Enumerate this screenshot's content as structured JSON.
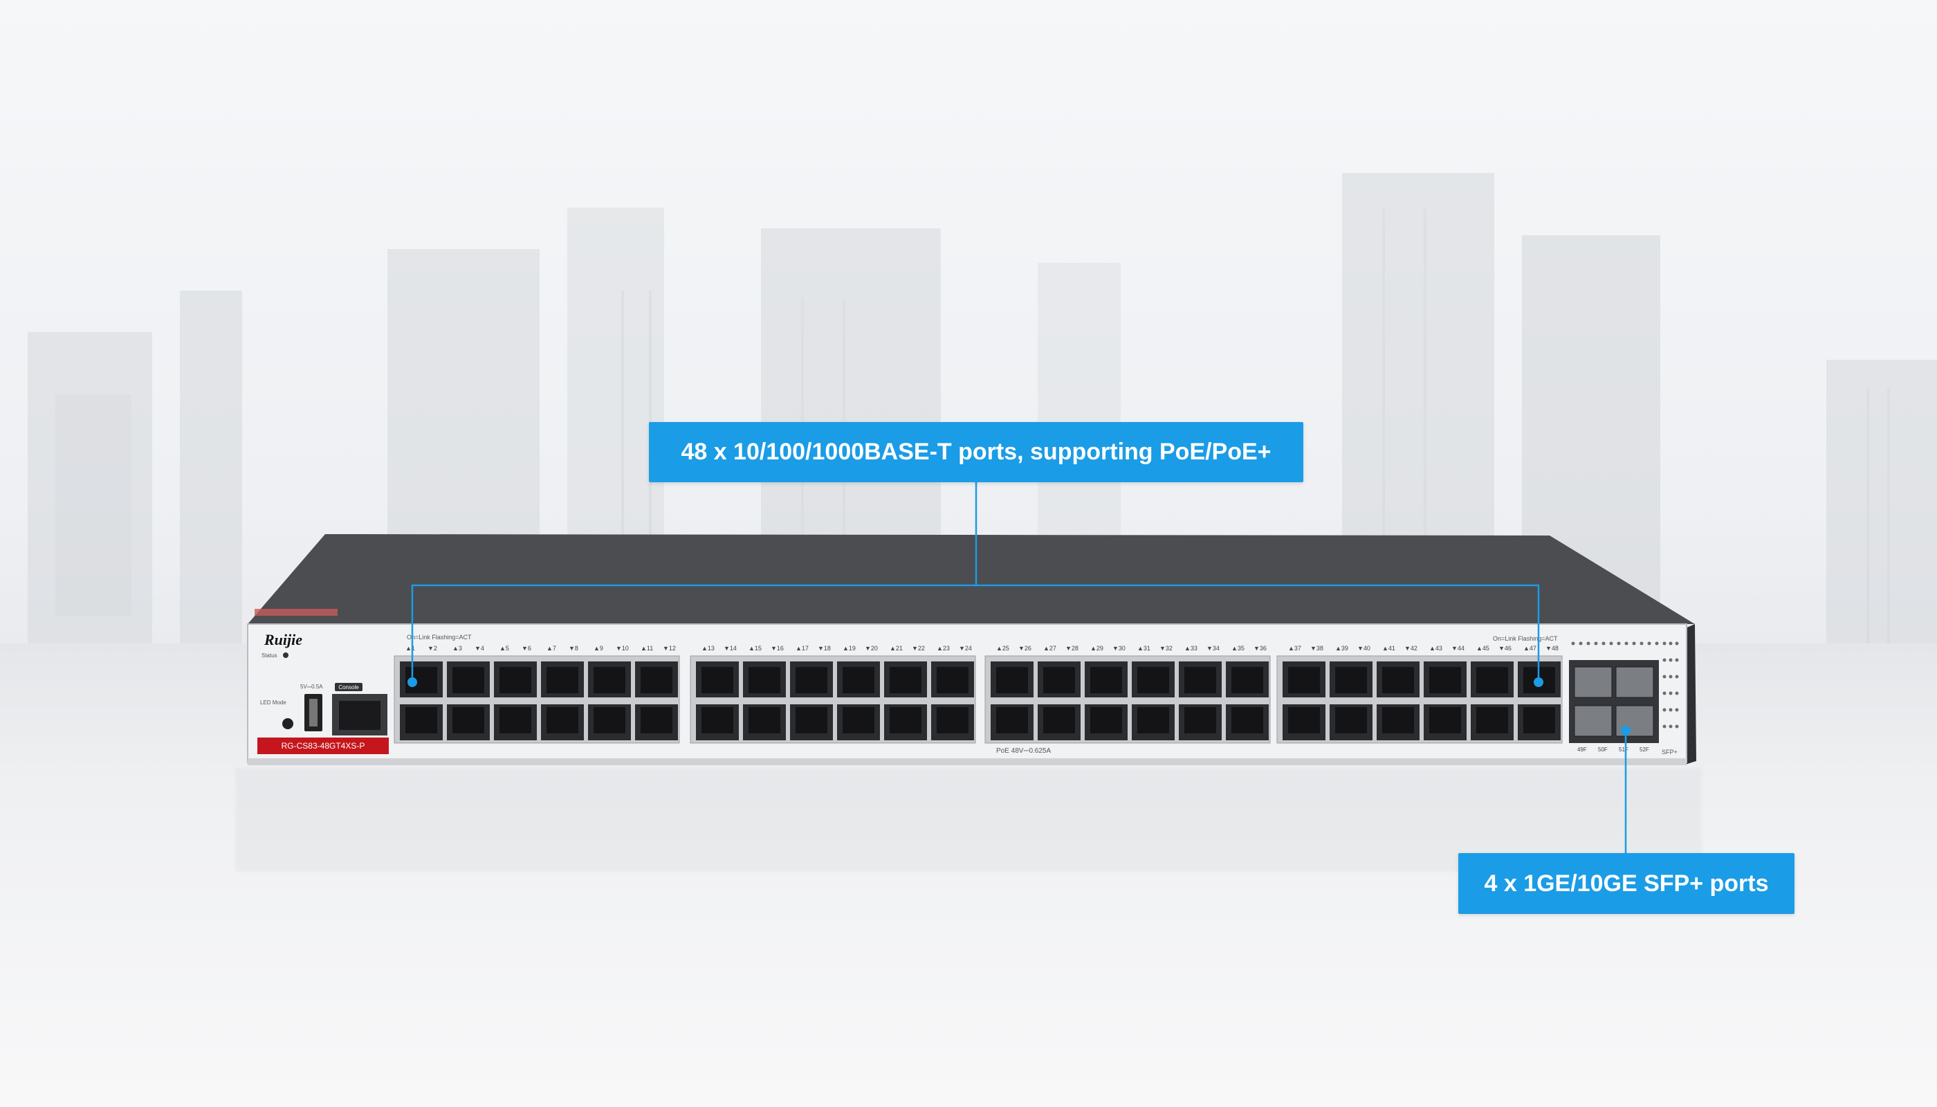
{
  "callouts": {
    "ports": "48 x 10/100/1000BASE-T ports, supporting PoE/PoE+",
    "sfp": "4 x 1GE/10GE SFP+ ports"
  },
  "device": {
    "brand": "Ruijie",
    "model": "RG-CS83-48GT4XS-P",
    "status_label": "Status",
    "usb_label": "5V⎓0.5A",
    "console_label": "Console",
    "led_mode_label": "LED Mode",
    "led_legend_left": "On=Link  Flashing=ACT",
    "led_legend_right": "On=Link  Flashing=ACT",
    "poe_label": "PoE 48V⎓0.625A",
    "sfp_label": "SFP+",
    "sfp_ports": [
      "49F",
      "50F",
      "51F",
      "52F"
    ],
    "port_count": 48
  },
  "colors": {
    "accent": "#1b9ce6",
    "chassis_top": "#4a4c50",
    "front_panel": "#f2f3f5",
    "model_tag": "#c4161c"
  }
}
